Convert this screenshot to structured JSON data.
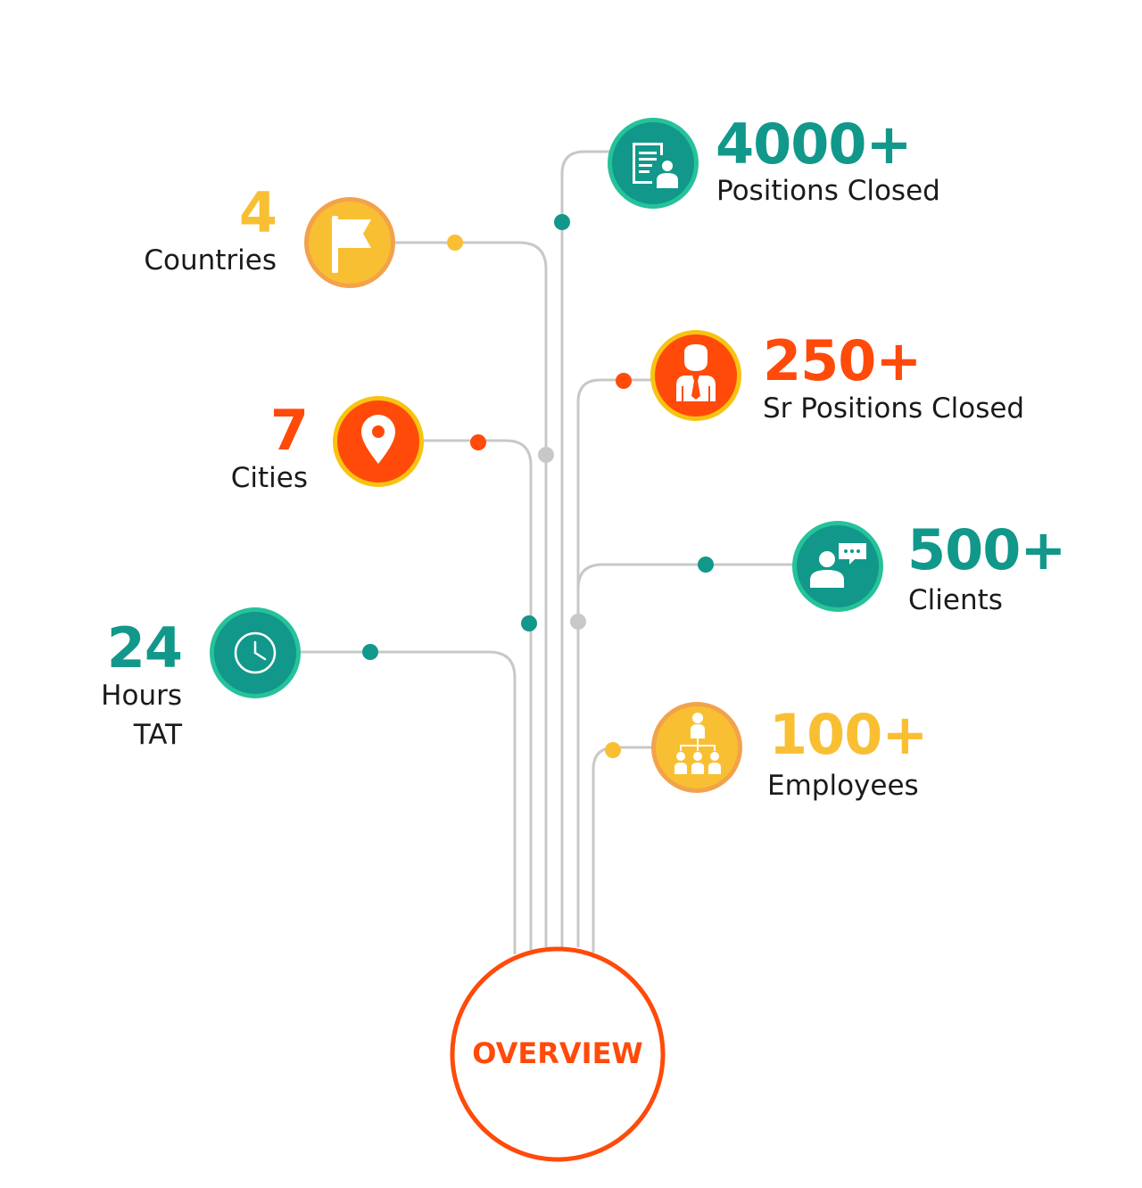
{
  "colors": {
    "teal": "#11988A",
    "teal_ring": "#26C29A",
    "orange": "#FF4A0A",
    "orange_ring": "#F8C311",
    "yellow": "#F9BF33",
    "yellow_ring": "#F3A24C",
    "line": "#C8C8C8"
  },
  "core": {
    "label": "OVERVIEW"
  },
  "stats": [
    {
      "id": "countries",
      "value": "4",
      "label": "Countries",
      "icon": "flag-icon",
      "color": "yellow"
    },
    {
      "id": "cities",
      "value": "7",
      "label": "Cities",
      "icon": "location-pin-icon",
      "color": "orange"
    },
    {
      "id": "tat",
      "value": "24",
      "label_line1": "Hours",
      "label_line2": "TAT",
      "icon": "clock-icon",
      "color": "teal"
    },
    {
      "id": "positions",
      "value": "4000+",
      "label": "Positions Closed",
      "icon": "resume-document-icon",
      "color": "teal"
    },
    {
      "id": "sr-positions",
      "value": "250+",
      "label": "Sr Positions Closed",
      "icon": "businessman-icon",
      "color": "orange"
    },
    {
      "id": "clients",
      "value": "500+",
      "label": "Clients",
      "icon": "client-feedback-icon",
      "color": "teal"
    },
    {
      "id": "employees",
      "value": "100+",
      "label": "Employees",
      "icon": "org-chart-icon",
      "color": "yellow"
    }
  ]
}
